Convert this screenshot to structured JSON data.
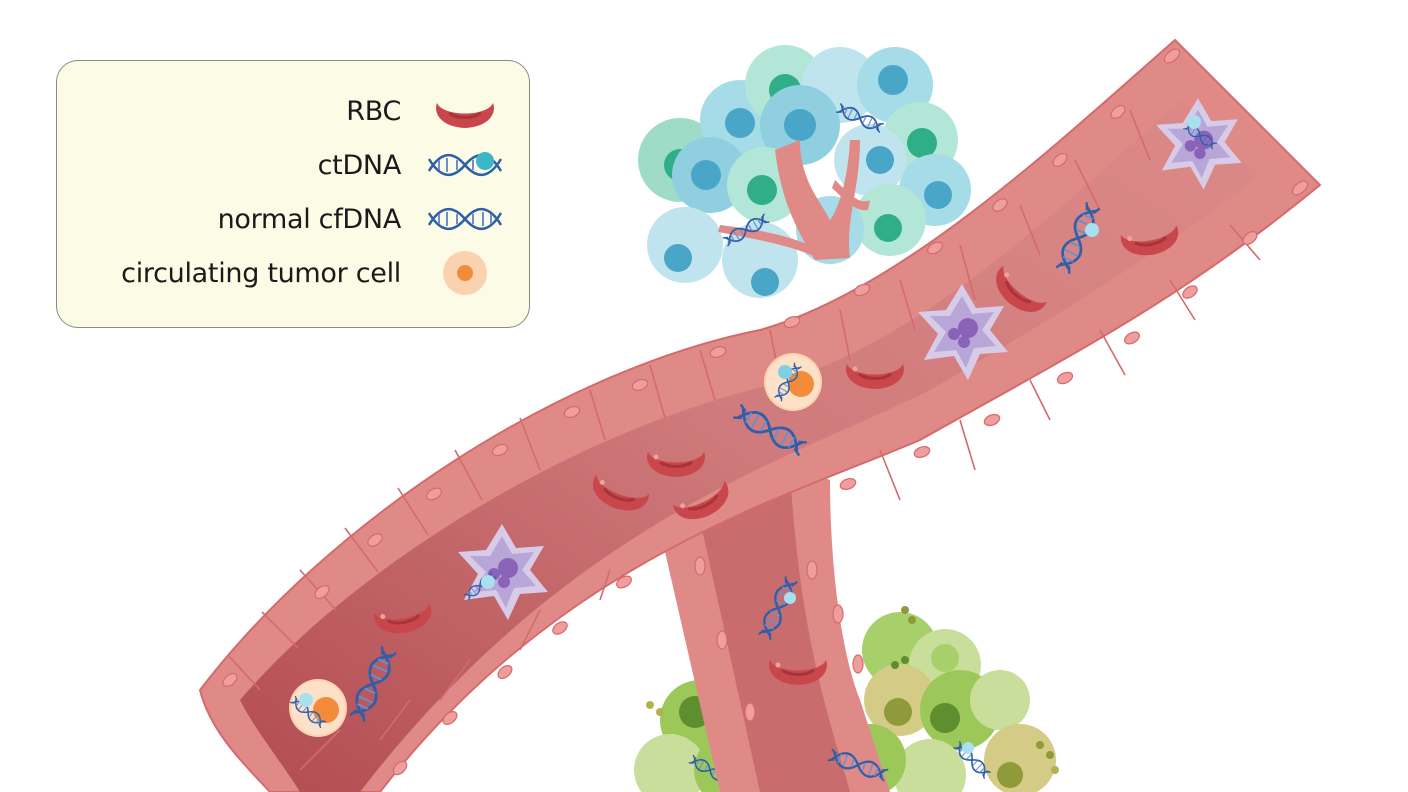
{
  "figure": {
    "subject": "Blood vessel carrying circulating tumor DNA from tumors",
    "colors": {
      "vessel_wall": "#e08a88",
      "vessel_lumen": "#c86c6e",
      "rbc": "#c9474b",
      "dna": "#2f5fa8",
      "ctdna_marker": "#7fd0e0",
      "ctc_outer": "#fbd2b0",
      "ctc_nucleus": "#f28c3a",
      "immune_cell": "#b9a6d8",
      "tumor_top": "#8fd3dc",
      "tumor_bottom": "#9cc85a",
      "legend_bg": "#fcfbe6"
    }
  },
  "legend": {
    "items": [
      {
        "label": "RBC",
        "icon": "red-blood-cell-icon"
      },
      {
        "label": "ctDNA",
        "icon": "ctdna-helix-icon"
      },
      {
        "label": "normal cfDNA",
        "icon": "dna-helix-icon"
      },
      {
        "label": "circulating tumor cell",
        "icon": "tumor-cell-icon"
      }
    ]
  }
}
